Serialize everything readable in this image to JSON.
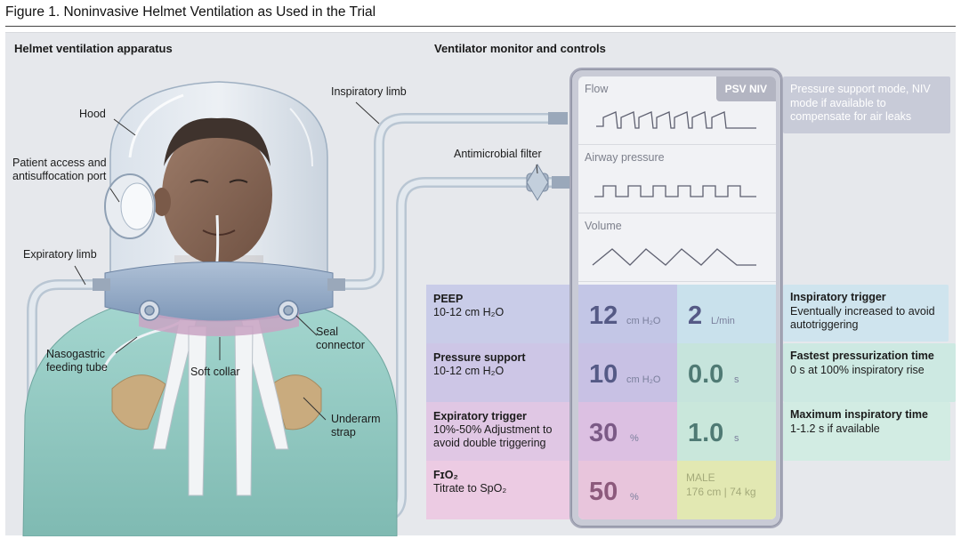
{
  "figure": {
    "title": "Figure 1. Noninvasive Helmet Ventilation as Used in the Trial"
  },
  "sections": {
    "left": "Helmet ventilation apparatus",
    "right": "Ventilator monitor and controls"
  },
  "labels": {
    "hood": "Hood",
    "access_port": [
      "Patient access and",
      "antisuffocation port"
    ],
    "expiratory_limb": "Expiratory limb",
    "inspiratory_limb": "Inspiratory limb",
    "antimicrobial_filter": "Antimicrobial filter",
    "nasogastric": [
      "Nasogastric",
      "feeding tube"
    ],
    "soft_collar": "Soft collar",
    "seal_connector": [
      "Seal",
      "connector"
    ],
    "underarm_strap": [
      "Underarm",
      "strap"
    ]
  },
  "monitor": {
    "mode": "PSV NIV",
    "waveforms": [
      "Flow",
      "Airway pressure",
      "Volume"
    ],
    "cells": [
      {
        "value": "12",
        "unit": "cm H₂O"
      },
      {
        "value": "2",
        "unit": "L/min"
      },
      {
        "value": "10",
        "unit": "cm H₂O"
      },
      {
        "value": "0.0",
        "unit": "s"
      },
      {
        "value": "30",
        "unit": "%"
      },
      {
        "value": "1.0",
        "unit": "s"
      },
      {
        "value": "50",
        "unit": "%"
      },
      {
        "value": "MALE",
        "unit": "176 cm | 74 kg"
      }
    ]
  },
  "left_settings": [
    {
      "title": "PEEP",
      "desc": "10-12 cm H₂O"
    },
    {
      "title": "Pressure support",
      "desc": "10-12 cm H₂O"
    },
    {
      "title": "Expiratory trigger",
      "desc": "10%-50% Adjustment to avoid double triggering"
    },
    {
      "title": "FɪO₂",
      "desc": "Titrate to SpO₂"
    }
  ],
  "right_notes": [
    {
      "title": "",
      "desc": "Pressure support mode, NIV mode if available to compensate for air leaks"
    },
    {
      "title": "Inspiratory trigger",
      "desc": "Eventually increased to avoid autotriggering"
    },
    {
      "title": "Fastest pressurization time",
      "desc": "0 s at 100% inspiratory rise"
    },
    {
      "title": "Maximum inspiratory time",
      "desc": "1-1.2 s if available"
    }
  ],
  "colors": {
    "peep": "#c9cce8",
    "pressure_support": "#cdc6e6",
    "expiratory_trigger": "#e0c7e4",
    "fio2": "#eccbe3",
    "inspiratory_trigger": "#cfe4ee",
    "pressurization": "#cde9e2",
    "max_insp": "#d2ece3",
    "patient": "#e6ecb8",
    "skin": "#8a6a58",
    "gown": "#8ec8c0",
    "hood": "#c8d3df",
    "tube": "#d5dde6"
  }
}
